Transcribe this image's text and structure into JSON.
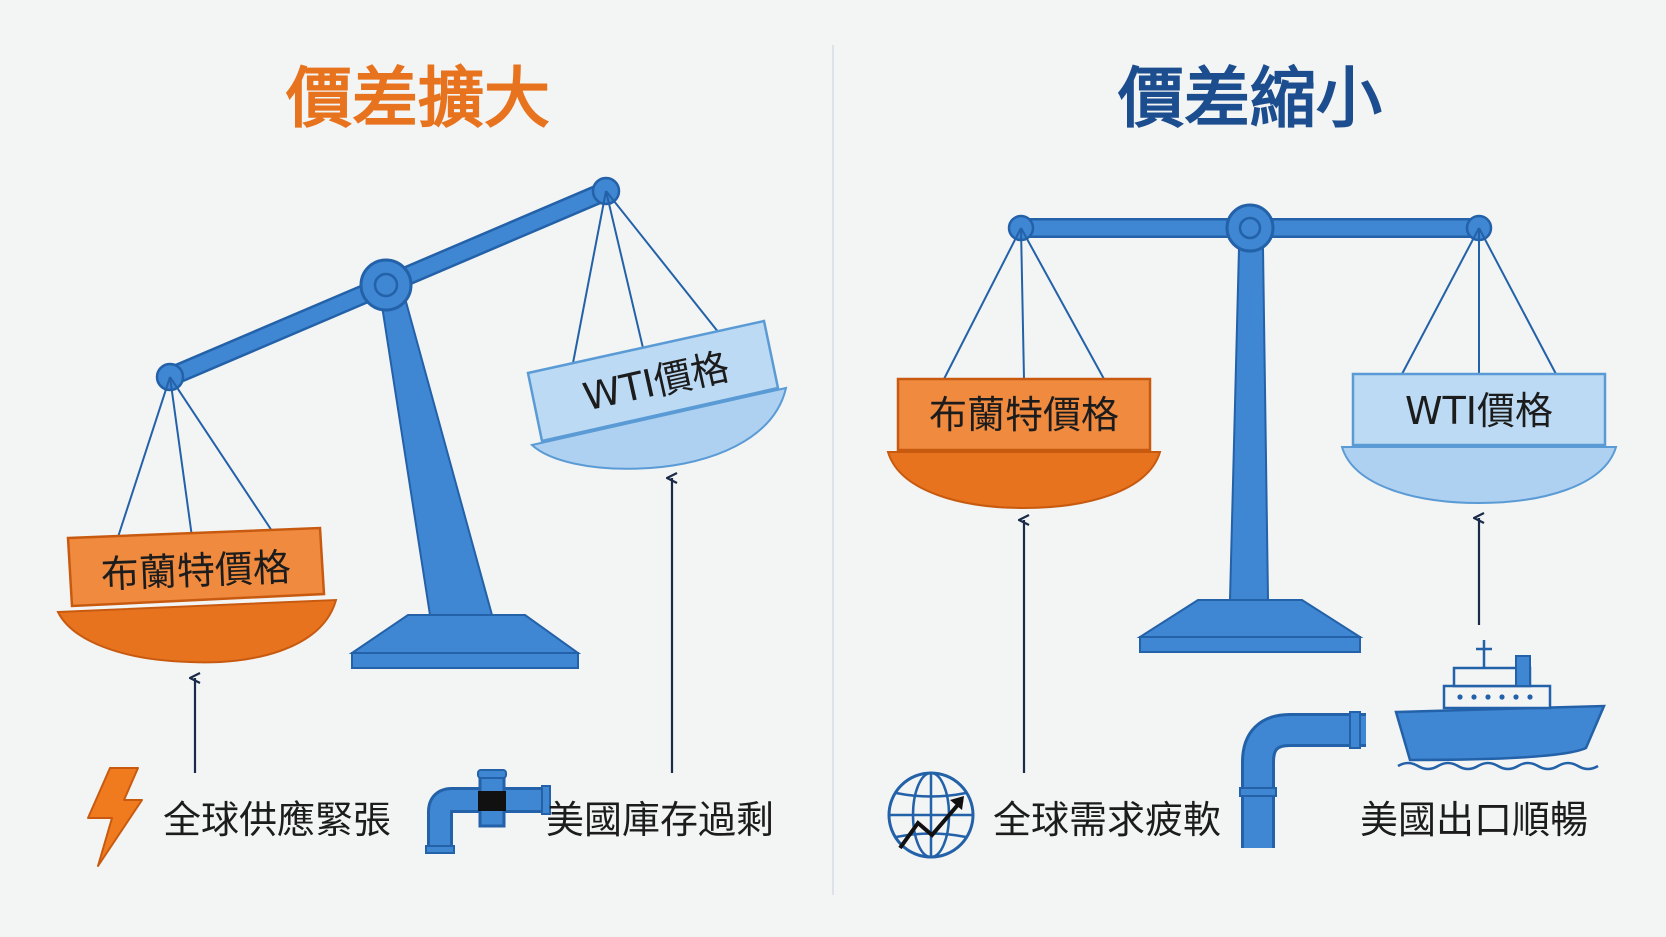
{
  "left_panel": {
    "title": "價差擴大",
    "left_pan_label": "布蘭特價格",
    "right_pan_label": "WTI價格",
    "cause_left": "全球供應緊張",
    "cause_right": "美國庫存過剩",
    "cause_left_icon": "lightning-icon",
    "cause_right_icon": "pipe-valve-icon"
  },
  "right_panel": {
    "title": "價差縮小",
    "left_pan_label": "布蘭特價格",
    "right_pan_label": "WTI價格",
    "cause_left": "全球需求疲軟",
    "cause_right": "美國出口順暢",
    "cause_left_icon": "globe-trend-icon",
    "cause_right_icon": "ship-pipeline-icon"
  },
  "colors": {
    "orange": "#e8731e",
    "navy": "#1c4e8f",
    "scale_blue": "#3f86d3",
    "scale_stroke": "#2361a8",
    "wti_fill": "#aed1f2",
    "wti_stroke": "#5b9bd5"
  }
}
